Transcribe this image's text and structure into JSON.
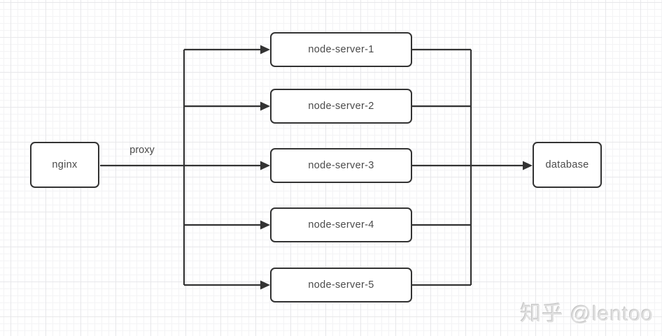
{
  "diagram": {
    "nodes": [
      {
        "id": "nginx",
        "label": "nginx"
      },
      {
        "id": "node-server-1",
        "label": "node-server-1"
      },
      {
        "id": "node-server-2",
        "label": "node-server-2"
      },
      {
        "id": "node-server-3",
        "label": "node-server-3"
      },
      {
        "id": "node-server-4",
        "label": "node-server-4"
      },
      {
        "id": "node-server-5",
        "label": "node-server-5"
      },
      {
        "id": "database",
        "label": "database"
      }
    ],
    "edge_label": "proxy",
    "edges": [
      {
        "from": "nginx",
        "to": "node-server-1"
      },
      {
        "from": "nginx",
        "to": "node-server-2"
      },
      {
        "from": "nginx",
        "to": "node-server-3",
        "label": "proxy"
      },
      {
        "from": "nginx",
        "to": "node-server-4"
      },
      {
        "from": "nginx",
        "to": "node-server-5"
      },
      {
        "from": "node-server-1",
        "to": "database"
      },
      {
        "from": "node-server-2",
        "to": "database"
      },
      {
        "from": "node-server-3",
        "to": "database"
      },
      {
        "from": "node-server-4",
        "to": "database"
      },
      {
        "from": "node-server-5",
        "to": "database"
      }
    ],
    "colors": {
      "line": "#333333",
      "box_border": "#333333",
      "text": "#4a4a4a",
      "grid_minor": "#f3f3f5",
      "grid_major": "#e7e7ea"
    }
  },
  "watermark": {
    "text": "知乎 @lentoo"
  }
}
